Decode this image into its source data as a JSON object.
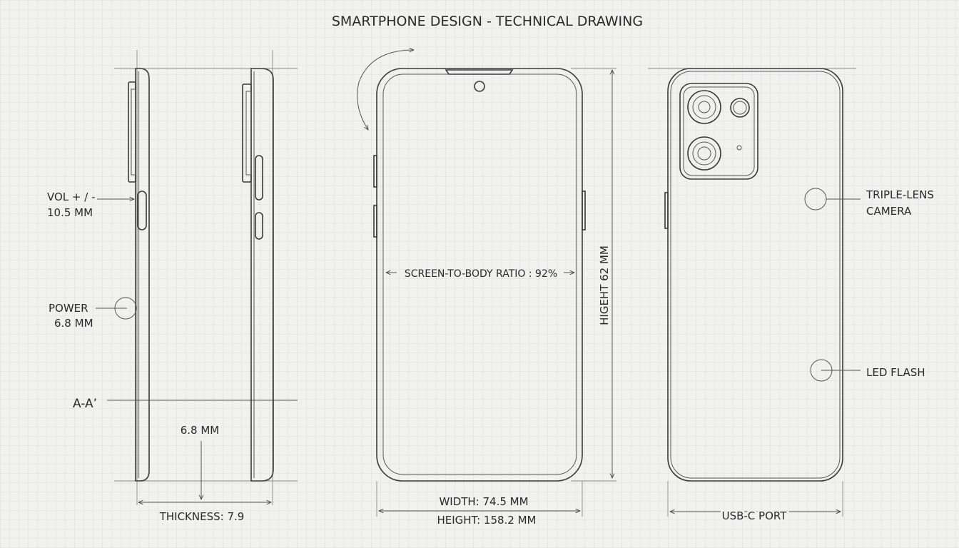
{
  "title": "SMARTPHONE DESIGN - TECHNICAL DRAWING",
  "side_view": {
    "vol_label": "VOL + / -",
    "vol_size": "10.5 MM",
    "power_label": "POWER",
    "power_size": "6.8 MM",
    "section_label": "A-A’",
    "depth_label": "6.8 MM",
    "thickness_label": "THICKNESS: 7.9"
  },
  "front_view": {
    "screen_ratio_label": "SCREEN-TO-BODY RATIO  :  92%",
    "height_vertical_label": "HIGEHT 62 MM",
    "width_label": "WIDTH: 74.5 MM",
    "height_label": "HEIGHT: 158.2 MM"
  },
  "back_view": {
    "camera_label_line1": "TRIPLE-LENS",
    "camera_label_line2": "CAMERA",
    "flash_label": "LED FLASH",
    "port_label": "USB-C PORT"
  }
}
